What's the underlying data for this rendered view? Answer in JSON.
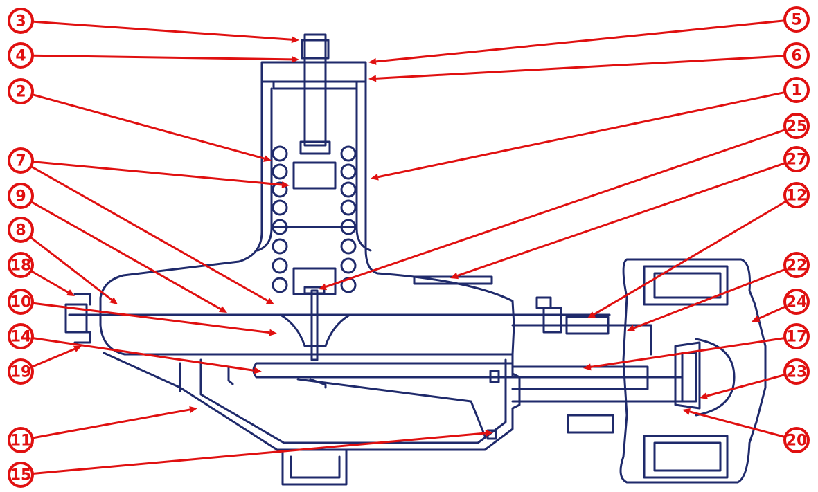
{
  "callouts": [
    {
      "id": "c3",
      "label": "3"
    },
    {
      "id": "c4",
      "label": "4"
    },
    {
      "id": "c2",
      "label": "2"
    },
    {
      "id": "c7",
      "label": "7"
    },
    {
      "id": "c9",
      "label": "9"
    },
    {
      "id": "c8",
      "label": "8"
    },
    {
      "id": "c18",
      "label": "18"
    },
    {
      "id": "c10",
      "label": "10"
    },
    {
      "id": "c14",
      "label": "14"
    },
    {
      "id": "c19",
      "label": "19"
    },
    {
      "id": "c11",
      "label": "11"
    },
    {
      "id": "c15",
      "label": "15"
    },
    {
      "id": "c5",
      "label": "5"
    },
    {
      "id": "c6",
      "label": "6"
    },
    {
      "id": "c1",
      "label": "1"
    },
    {
      "id": "c25",
      "label": "25"
    },
    {
      "id": "c27",
      "label": "27"
    },
    {
      "id": "c12",
      "label": "12"
    },
    {
      "id": "c22",
      "label": "22"
    },
    {
      "id": "c24",
      "label": "24"
    },
    {
      "id": "c17",
      "label": "17"
    },
    {
      "id": "c23",
      "label": "23"
    },
    {
      "id": "c20",
      "label": "20"
    }
  ],
  "colors": {
    "callout": "#e01010",
    "drawing": "#1f2a6b",
    "background": "#ffffff"
  }
}
